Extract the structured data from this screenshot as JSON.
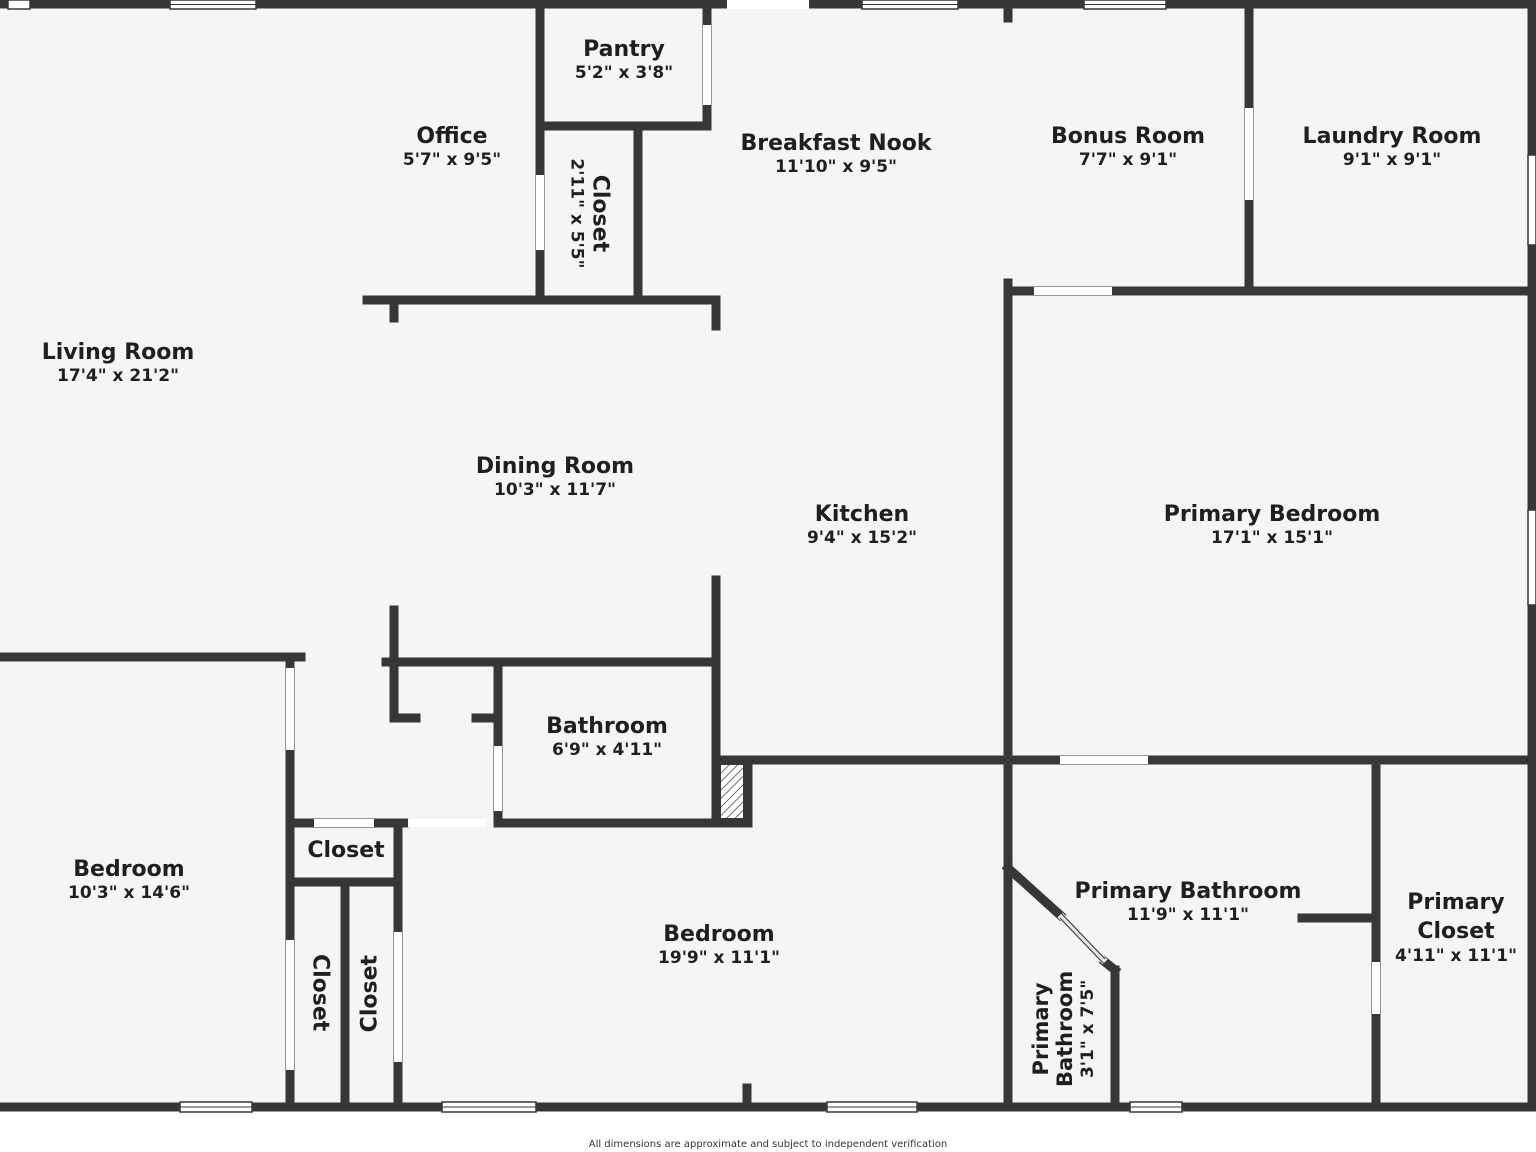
{
  "rooms": {
    "pantry": {
      "name": "Pantry",
      "dims": "5'2\" x 3'8\""
    },
    "office": {
      "name": "Office",
      "dims": "5'7\" x 9'5\""
    },
    "office_closet": {
      "name": "Closet",
      "dims": "2'11\" x 5'5\""
    },
    "breakfast_nook": {
      "name": "Breakfast Nook",
      "dims": "11'10\" x 9'5\""
    },
    "bonus_room": {
      "name": "Bonus Room",
      "dims": "7'7\" x 9'1\""
    },
    "laundry_room": {
      "name": "Laundry Room",
      "dims": "9'1\" x 9'1\""
    },
    "living_room": {
      "name": "Living Room",
      "dims": "17'4\" x 21'2\""
    },
    "dining_room": {
      "name": "Dining Room",
      "dims": "10'3\" x 11'7\""
    },
    "kitchen": {
      "name": "Kitchen",
      "dims": "9'4\" x 15'2\""
    },
    "primary_bedroom": {
      "name": "Primary Bedroom",
      "dims": "17'1\" x 15'1\""
    },
    "bathroom": {
      "name": "Bathroom",
      "dims": "6'9\" x 4'11\""
    },
    "hall_closet": {
      "name": "Closet"
    },
    "closet_left": {
      "name": "Closet"
    },
    "closet_right": {
      "name": "Closet"
    },
    "bedroom_left": {
      "name": "Bedroom",
      "dims": "10'3\" x 14'6\""
    },
    "bedroom_center": {
      "name": "Bedroom",
      "dims": "19'9\" x 11'1\""
    },
    "primary_bathroom": {
      "name": "Primary Bathroom",
      "dims": "11'9\" x 11'1\""
    },
    "primary_bathroom_small": {
      "name_line1": "Primary",
      "name_line2": "Bathroom",
      "dims": "3'1\" x 7'5\""
    },
    "primary_closet": {
      "name_line1": "Primary",
      "name_line2": "Closet",
      "dims": "4'11\" x 11'1\""
    }
  },
  "disclaimer": "All dimensions are approximate and subject to independent verification",
  "colors": {
    "wall": "#373737",
    "floor": "#f5f5f5",
    "opening": "#ffffff",
    "text": "#1f1f1f"
  }
}
